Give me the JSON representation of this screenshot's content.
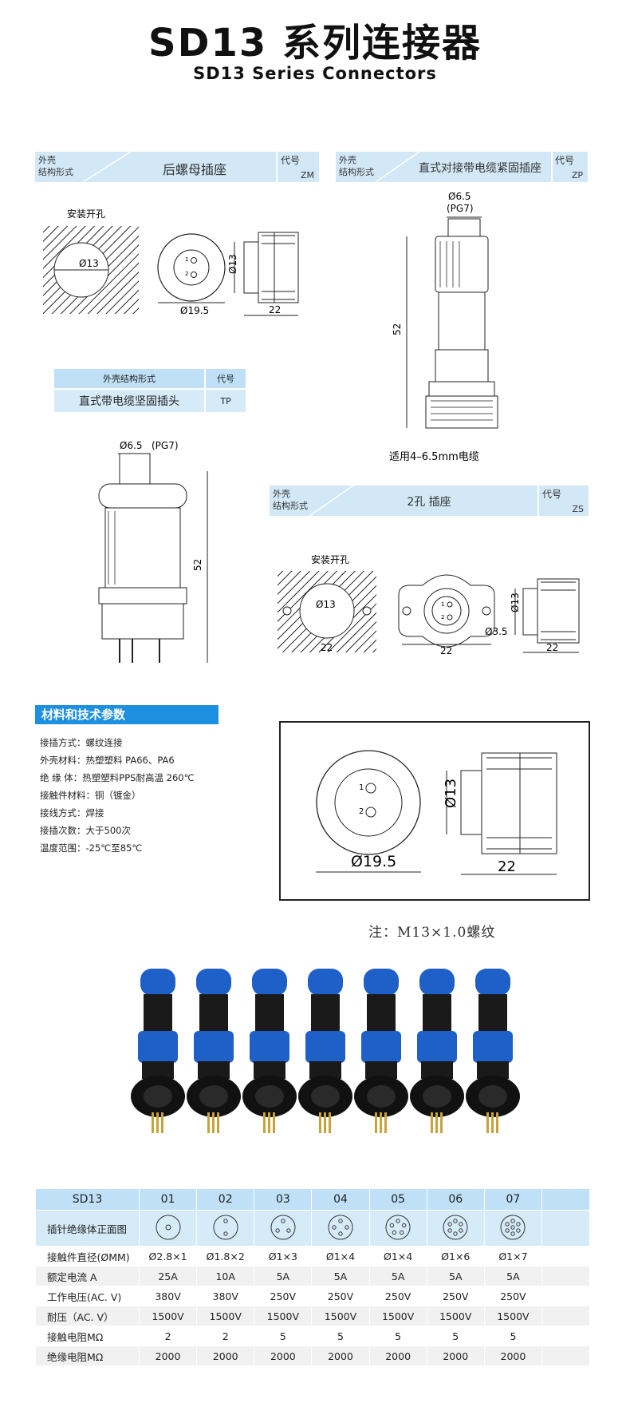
{
  "page": {
    "title": "SD13 系列连接器",
    "subtitle": "SD13 Series Connectors"
  },
  "zm": {
    "label1": "外壳",
    "label2": "结构形式",
    "name": "后螺母插座",
    "code_label": "代号",
    "code": "ZM",
    "hole_label": "安装开孔",
    "hole_dia": "Ø13",
    "face_dia": "Ø19.5",
    "side_dia": "Ø13",
    "side_len": "22",
    "pin1": "1",
    "pin2": "2"
  },
  "zp": {
    "label1": "外壳",
    "label2": "结构形式",
    "name": "直式对接带电缆紧固插座",
    "code_label": "代号",
    "code": "ZP",
    "cable_dia": "Ø6.5",
    "pg": "(PG7)",
    "length": "52",
    "caption": "适用4–6.5mm电缆"
  },
  "tp": {
    "col1": "外壳结构形式",
    "col2": "代号",
    "name": "直式带电缆坚固插头",
    "code": "TP",
    "cable_dia": "Ø6.5",
    "pg": "(PG7)",
    "length": "52"
  },
  "zs": {
    "label1": "外壳",
    "label2": "结构形式",
    "name": "2孔 插座",
    "code_label": "代号",
    "code": "ZS",
    "hole_label": "安装开孔",
    "hole_dia": "Ø13",
    "hole_w": "22",
    "face_w": "22",
    "screw": "Ø3.5",
    "side_dia": "Ø13",
    "side_len": "22",
    "pin1": "1",
    "pin2": "2"
  },
  "materials": {
    "heading": "材料和技术参数",
    "lines": [
      "接插方式：螺纹连接",
      "外壳材料：热塑塑料 PA66、PA6",
      "绝  缘  体：热塑塑料PPS耐高温 260℃",
      "接触件材料：铜（镀金）",
      "接线方式：焊接",
      "接插次数：大于500次",
      "温度范围：-25℃至85℃"
    ]
  },
  "big": {
    "face_dia": "Ø19.5",
    "side_dia": "Ø13",
    "side_len": "22",
    "pin1": "1",
    "pin2": "2",
    "note": "注：M13×1.0螺纹"
  },
  "spec_table": {
    "header": [
      "SD13",
      "01",
      "02",
      "03",
      "04",
      "05",
      "06",
      "07"
    ],
    "pin_row_label": "插针绝缘体正面图",
    "pin_counts": [
      1,
      2,
      3,
      4,
      5,
      6,
      7
    ],
    "rows": [
      {
        "label": "接触件直径(ØMM)",
        "values": [
          "Ø2.8×1",
          "Ø1.8×2",
          "Ø1×3",
          "Ø1×4",
          "Ø1×4",
          "Ø1×6",
          "Ø1×7"
        ]
      },
      {
        "label": "额定电流 A",
        "values": [
          "25A",
          "10A",
          "5A",
          "5A",
          "5A",
          "5A",
          "5A"
        ]
      },
      {
        "label": "工作电压(AC. V)",
        "values": [
          "380V",
          "380V",
          "250V",
          "250V",
          "250V",
          "250V",
          "250V"
        ]
      },
      {
        "label": "耐压（AC. V）",
        "values": [
          "1500V",
          "1500V",
          "1500V",
          "1500V",
          "1500V",
          "1500V",
          "1500V"
        ]
      },
      {
        "label": "接触电阻MΩ",
        "values": [
          "2",
          "2",
          "5",
          "5",
          "5",
          "5",
          "5"
        ]
      },
      {
        "label": "绝缘电阻MΩ",
        "values": [
          "2000",
          "2000",
          "2000",
          "2000",
          "2000",
          "2000",
          "2000"
        ]
      }
    ]
  },
  "colors": {
    "strip": "#d2e8f6",
    "accent": "#1e90e0",
    "connector_blue": "#1f5fc8"
  }
}
